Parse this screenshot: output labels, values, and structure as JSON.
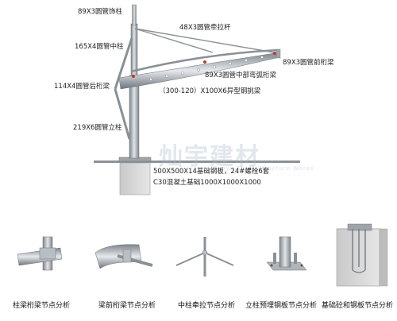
{
  "labels": {
    "top_post": "89X3圆管饰柱",
    "pull_rod": "48X3圆管牵拉杆",
    "middle_post": "165X4圆管中柱",
    "front_beam": "89X3圆管前桁梁",
    "mid_arc_beam": "89X3圆管中部弯弧桁梁",
    "rear_beam": "114X4圆管后桁梁",
    "special_beam": "（300-120）X100X6异型钢挑梁",
    "column": "219X6圆管立柱",
    "base_plate": "500X500X14基础钢板，24#螺栓6套",
    "foundation": "C30混凝土基础1000X1000X1000"
  },
  "watermark": {
    "text": "灿宇建材",
    "sub": "Canyu Steel Structure Works"
  },
  "captions": [
    "柱梁桁梁节点分析",
    "梁前桁梁节点分析",
    "中柱牵拉节点分析",
    "立柱预埋钢板节点分析",
    "基础砼和钢板节点分析"
  ],
  "colors": {
    "steel": "#8a9096",
    "steel_light": "#d4d8dc",
    "dot": "#c0392b",
    "concrete": "#d8d8d8"
  }
}
